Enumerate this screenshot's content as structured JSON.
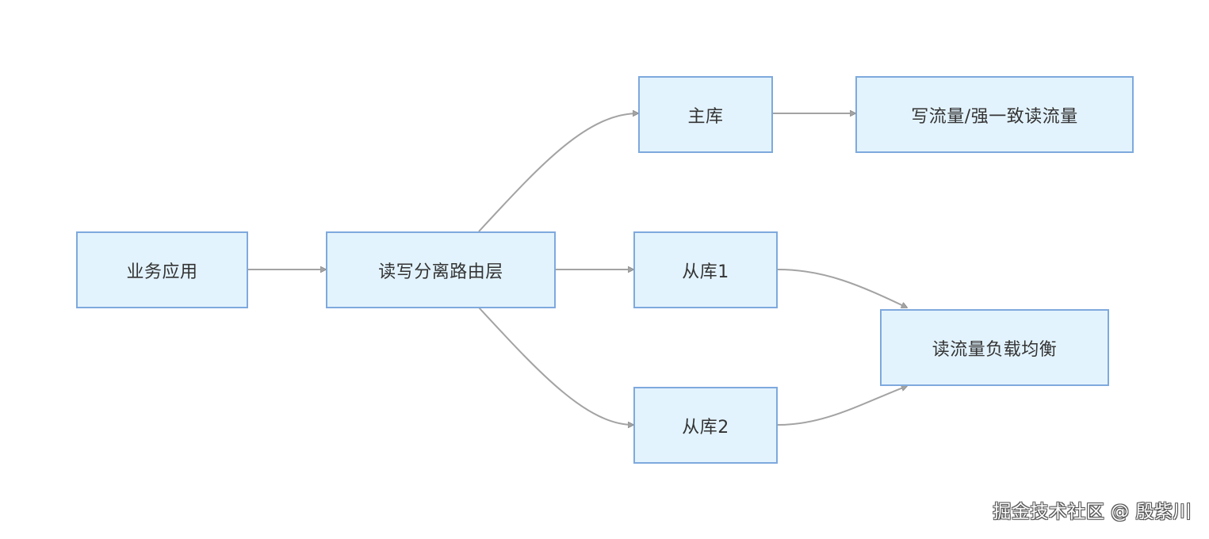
{
  "nodes": {
    "app": "业务应用",
    "router": "读写分离路由层",
    "master": "主库",
    "replica1": "从库1",
    "replica2": "从库2",
    "write_traffic": "写流量/强一致读流量",
    "read_lb": "读流量负载均衡"
  },
  "edges": [
    {
      "from": "app",
      "to": "router"
    },
    {
      "from": "router",
      "to": "master"
    },
    {
      "from": "router",
      "to": "replica1"
    },
    {
      "from": "router",
      "to": "replica2"
    },
    {
      "from": "master",
      "to": "write_traffic"
    },
    {
      "from": "replica1",
      "to": "read_lb"
    },
    {
      "from": "replica2",
      "to": "read_lb"
    }
  ],
  "colors": {
    "node_fill": "#e3f3fd",
    "node_border": "#7ea9dd",
    "edge": "#a3a3a3",
    "text": "#333333"
  },
  "watermark": "掘金技术社区 @ 殷紫川"
}
